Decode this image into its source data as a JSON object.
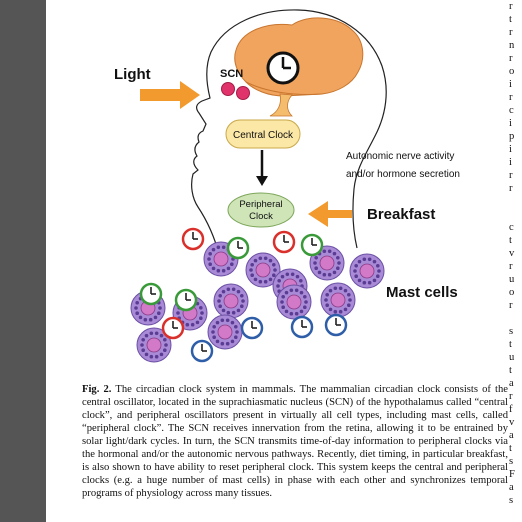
{
  "figure": {
    "labels": {
      "light": "Light",
      "scn": "SCN",
      "central_clock": "Central Clock",
      "autonomic_line1": "Autonomic nerve activity",
      "autonomic_line2": "and/or hormone secretion",
      "peripheral_line1": "Peripheral",
      "peripheral_line2": "Clock",
      "breakfast": "Breakfast",
      "mast_cells": "Mast cells"
    },
    "colors": {
      "brain": "#f0a45e",
      "brain_dark": "#d27a2e",
      "arrow_orange": "#f29a2e",
      "clock_box": "#fbe7a6",
      "peripheral_box": "#cfe5b8",
      "mast_cell": "#a98ad6",
      "mast_nucleus": "#d27ac8",
      "clock_red": "#d9302c",
      "clock_green": "#3a9a3a",
      "clock_blue": "#2f5ea8",
      "scn_dot": "#e0336c"
    }
  },
  "caption": {
    "label": "Fig. 2.",
    "text": " The circadian clock system in mammals. The mammalian circadian clock consists of the central oscillator, located in the suprachiasmatic nucleus (SCN) of the hypothalamus called “central clock”, and peripheral oscillators present in virtually all cell types, including mast cells, called “peripheral clock”. The SCN receives innervation from the retina, allowing it to be entrained by solar light/dark cycles. In turn, the SCN transmits time-of-day information to peripheral clocks via the hormonal and/or the autonomic nervous pathways. Recently, diet timing, in particular breakfast, is also shown to have ability to reset peripheral clock. This system keeps the central and peripheral clocks (e.g. a huge number of mast cells) in phase with each other and synchronizes temporal programs of physiology across many tissues."
  },
  "right_column_fragments": [
    "r",
    "t",
    "r",
    "n",
    "r",
    "o",
    "i",
    "r",
    "c",
    "i",
    "p",
    "i",
    "i",
    "r",
    "r",
    "",
    "",
    "c",
    "t",
    "v",
    "r",
    "u",
    "o",
    "r",
    "",
    "s",
    "t",
    "u",
    "t",
    "a",
    "r",
    "f",
    "v",
    "a",
    "t",
    "s",
    "F",
    "a",
    "s"
  ]
}
